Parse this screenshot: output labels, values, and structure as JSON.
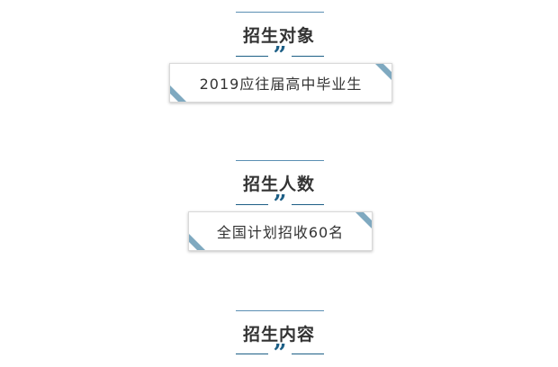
{
  "sections": [
    {
      "title": "招生对象",
      "quote_glyph": "”",
      "content": "2019应往届高中毕业生"
    },
    {
      "title": "招生人数",
      "quote_glyph": "”",
      "content": "全国计划招收60名"
    },
    {
      "title": "招生内容",
      "quote_glyph": "”"
    }
  ],
  "colors": {
    "title_text": "#333333",
    "accent_dark": "#1d5f86",
    "accent_light": "#7fa9c0",
    "rule": "#5b8fb3"
  }
}
